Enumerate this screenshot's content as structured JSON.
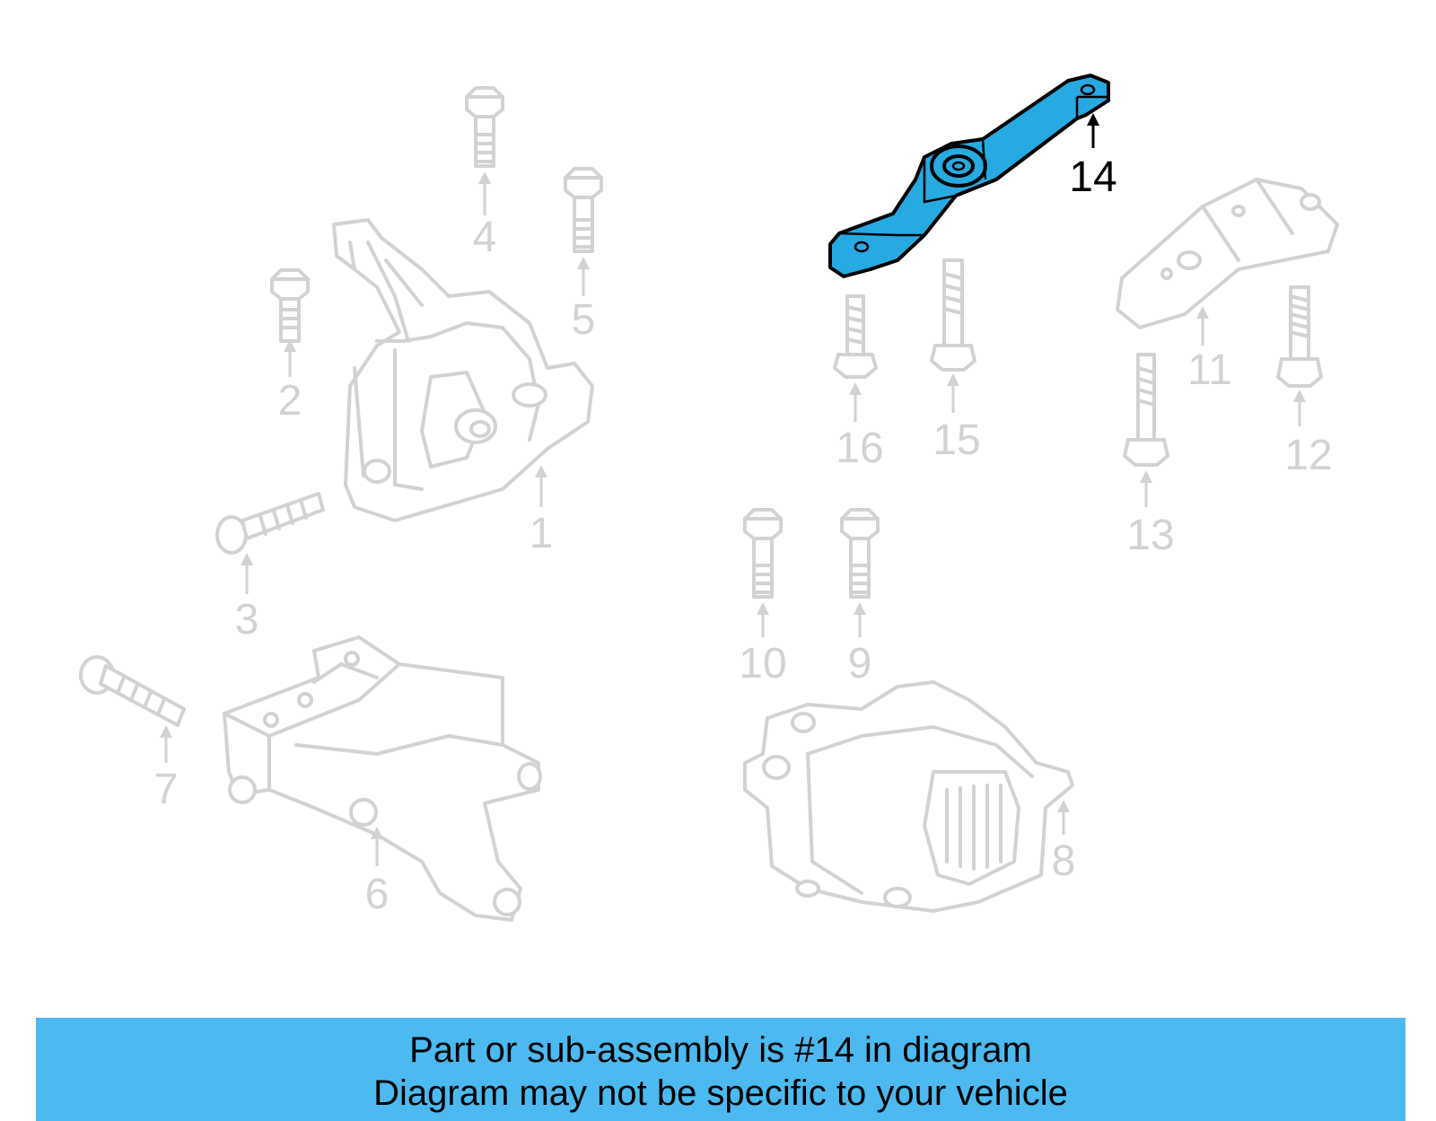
{
  "highlighted_part": "14",
  "callouts": [
    {
      "id": "1",
      "label": "1"
    },
    {
      "id": "2",
      "label": "2"
    },
    {
      "id": "3",
      "label": "3"
    },
    {
      "id": "4",
      "label": "4"
    },
    {
      "id": "5",
      "label": "5"
    },
    {
      "id": "6",
      "label": "6"
    },
    {
      "id": "7",
      "label": "7"
    },
    {
      "id": "8",
      "label": "8"
    },
    {
      "id": "9",
      "label": "9"
    },
    {
      "id": "10",
      "label": "10"
    },
    {
      "id": "11",
      "label": "11"
    },
    {
      "id": "12",
      "label": "12"
    },
    {
      "id": "13",
      "label": "13"
    },
    {
      "id": "14",
      "label": "14"
    },
    {
      "id": "15",
      "label": "15"
    },
    {
      "id": "16",
      "label": "16"
    }
  ],
  "banner": {
    "line1": "Part or sub-assembly is #14 in diagram",
    "line2": "Diagram may not be specific to your vehicle",
    "background": "#4cbaf0"
  },
  "colors": {
    "highlight_fill": "#27a9e1",
    "ghost_stroke": "#d2d2d2"
  }
}
